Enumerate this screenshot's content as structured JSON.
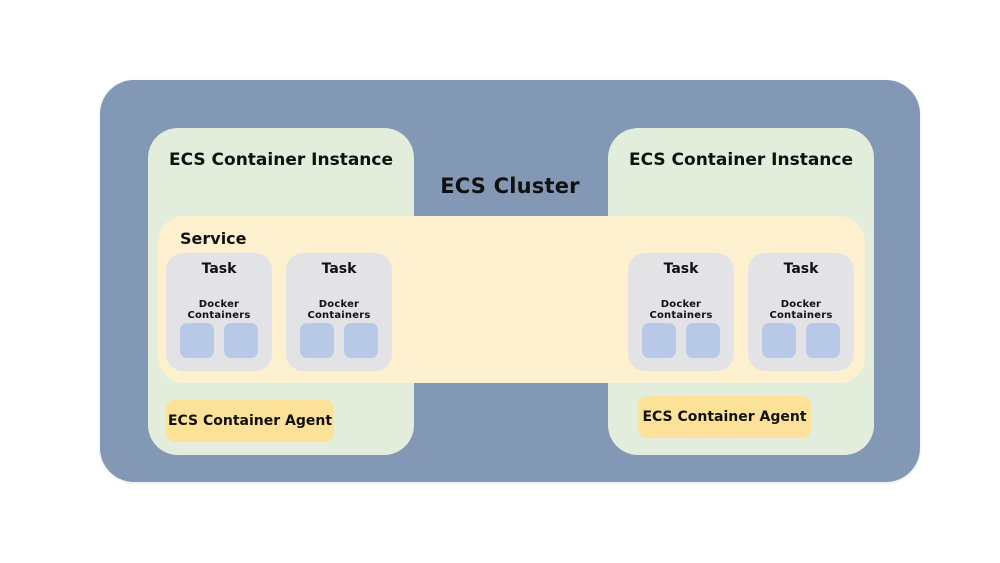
{
  "diagram": {
    "title": "ECS Cluster",
    "cluster_color": "#8398b5",
    "instance_color": "#e2eddc",
    "service_color": "#fdf0ce",
    "task_color": "#e3e3e5",
    "container_color": "#b8c9e8",
    "agent_color": "#fce199"
  },
  "instances": [
    {
      "title": "ECS Container Instance",
      "agent_label": "ECS Container Agent"
    },
    {
      "title": "ECS Container Instance",
      "agent_label": "ECS Container Agent"
    }
  ],
  "service": {
    "title": "Service"
  },
  "tasks": [
    {
      "title": "Task",
      "subtitle": "Docker  Containers",
      "containers": 2
    },
    {
      "title": "Task",
      "subtitle": "Docker  Containers",
      "containers": 2
    },
    {
      "title": "Task",
      "subtitle": "Docker  Containers",
      "containers": 2
    },
    {
      "title": "Task",
      "subtitle": "Docker  Containers",
      "containers": 2
    }
  ]
}
